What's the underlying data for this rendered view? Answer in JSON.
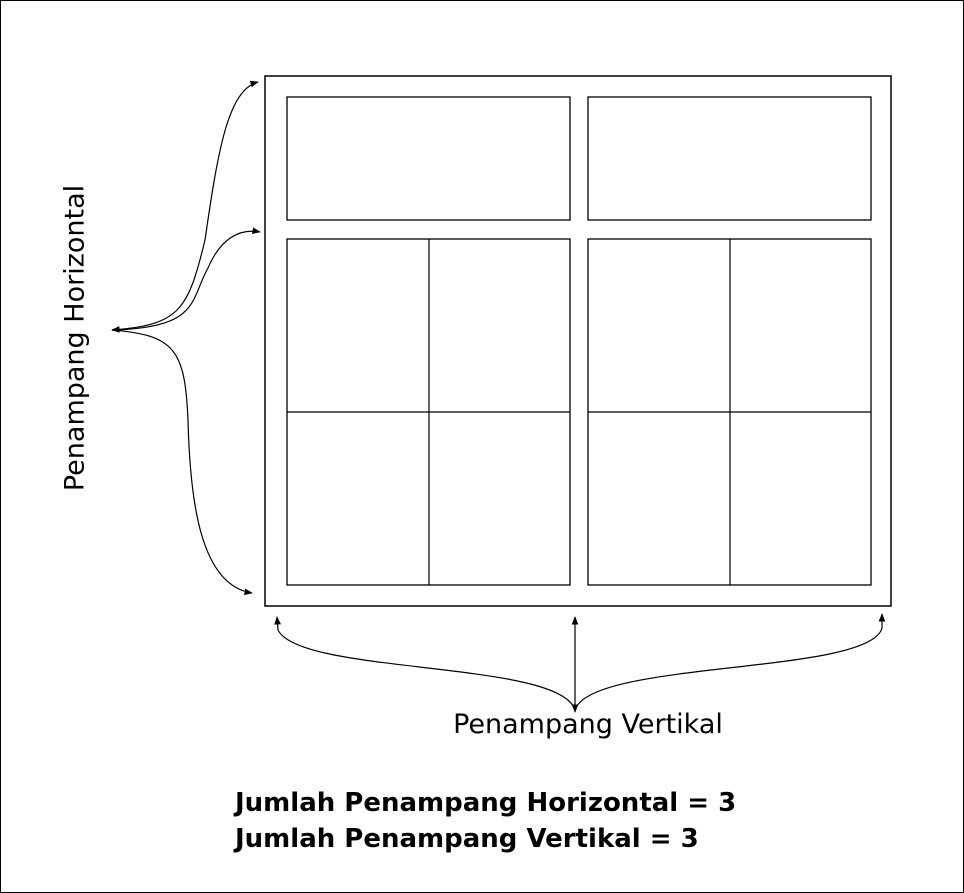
{
  "diagram": {
    "label_horizontal": "Penampang Horizontal",
    "label_vertical": "Penampang Vertikal"
  },
  "summary": {
    "horizontal": "Jumlah Penampang Horizontal = 3",
    "vertical": "Jumlah Penampang Vertikal = 3"
  },
  "colors": {
    "stroke": "#000000",
    "background": "#ffffff"
  }
}
